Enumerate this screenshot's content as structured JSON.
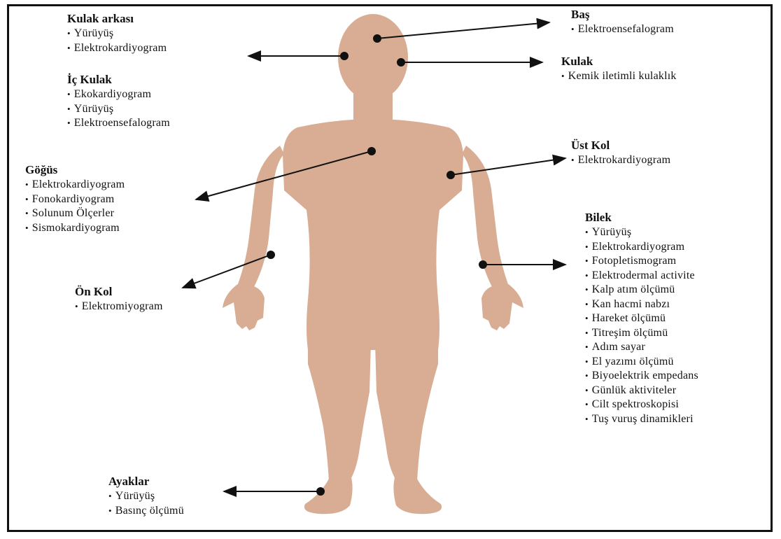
{
  "colors": {
    "skin": "#d9ad93",
    "line": "#111111",
    "frame": "#111111"
  },
  "groups": {
    "kulak_arkasi": {
      "title": "Kulak arkası",
      "items": [
        "Yürüyüş",
        "Elektrokardiyogram"
      ]
    },
    "ic_kulak": {
      "title": "İç Kulak",
      "items": [
        "Ekokardiyogram",
        "Yürüyüş",
        "Elektroensefalogram"
      ]
    },
    "gogus": {
      "title": "Göğüs",
      "items": [
        "Elektrokardiyogram",
        "Fonokardiyogram",
        "Solunum Ölçerler",
        "Sismokardiyogram"
      ]
    },
    "on_kol": {
      "title": "Ön Kol",
      "items": [
        "Elektromiyogram"
      ]
    },
    "ayaklar": {
      "title": "Ayaklar",
      "items": [
        "Yürüyüş",
        "Basınç ölçümü"
      ]
    },
    "bas": {
      "title": "Baş",
      "items": [
        "Elektroensefalogram"
      ]
    },
    "kulak": {
      "title": "Kulak",
      "items": [
        "Kemik iletimli kulaklık"
      ]
    },
    "ust_kol": {
      "title": "Üst Kol",
      "items": [
        "Elektrokardiyogram"
      ]
    },
    "bilek": {
      "title": "Bilek",
      "items": [
        "Yürüyüş",
        "Elektrokardiyogram",
        "Fotopletismogram",
        "Elektrodermal activite",
        "Kalp atım ölçümü",
        "Kan hacmi nabzı",
        "Hareket ölçümü",
        "Titreşim ölçümü",
        "Adım sayar",
        "El yazımı ölçümü",
        "Biyoelektrik empedans",
        "Günlük aktiviteler",
        "Cilt spektroskopisi",
        "Tuş vuruş dinamikleri"
      ]
    }
  }
}
